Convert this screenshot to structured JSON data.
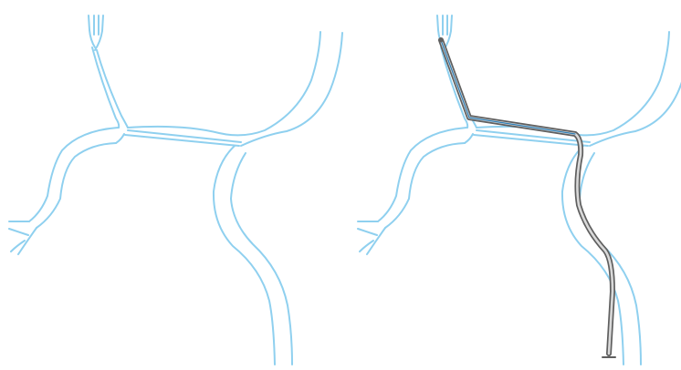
{
  "figure": {
    "panels": [
      {
        "id": "left",
        "content": "vessel-outline",
        "has_path_overlay": false
      },
      {
        "id": "right",
        "content": "vessel-outline",
        "has_path_overlay": true
      }
    ]
  },
  "colors": {
    "background": "#ffffff",
    "vessel_outline": "#8fd0ef",
    "path_outer": "#5f5f5f",
    "path_inner": "#d9d9d9",
    "path_core": "#2f7fb6"
  }
}
